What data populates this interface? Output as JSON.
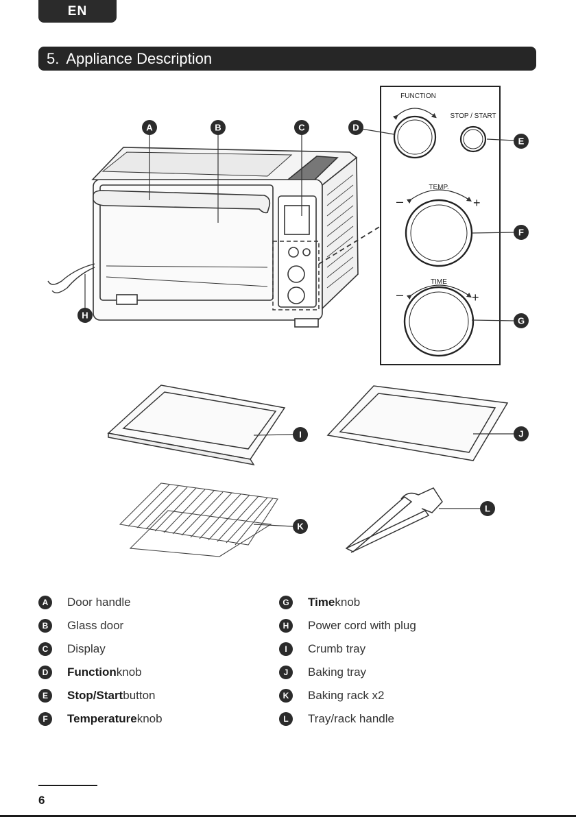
{
  "header": {
    "lang": "EN"
  },
  "section": {
    "number": "5.",
    "title": "Appliance Description"
  },
  "diagram": {
    "callouts": [
      "A",
      "B",
      "C",
      "D",
      "E",
      "F",
      "G",
      "H",
      "I",
      "J",
      "K",
      "L"
    ],
    "panel": {
      "function_label": "FUNCTION",
      "stop_label": "STOP / START",
      "temp_label": "TEMP.",
      "time_label": "TIME",
      "minus": "–",
      "plus": "+"
    }
  },
  "legend": {
    "left": [
      {
        "letter": "A",
        "bold": "",
        "text": "Door handle"
      },
      {
        "letter": "B",
        "bold": "",
        "text": "Glass door"
      },
      {
        "letter": "C",
        "bold": "",
        "text": "Display"
      },
      {
        "letter": "D",
        "bold": "Function",
        "text": " knob"
      },
      {
        "letter": "E",
        "bold": "Stop/Start",
        "text": " button"
      },
      {
        "letter": "F",
        "bold": "Temperature",
        "text": " knob"
      }
    ],
    "right": [
      {
        "letter": "G",
        "bold": "Time",
        "text": " knob"
      },
      {
        "letter": "H",
        "bold": "",
        "text": "Power cord with plug"
      },
      {
        "letter": "I",
        "bold": "",
        "text": "Crumb tray"
      },
      {
        "letter": "J",
        "bold": "",
        "text": "Baking tray"
      },
      {
        "letter": "K",
        "bold": "",
        "text": "Baking rack x2"
      },
      {
        "letter": "L",
        "bold": "",
        "text": "Tray/rack handle"
      }
    ]
  },
  "footer": {
    "page": "6"
  }
}
